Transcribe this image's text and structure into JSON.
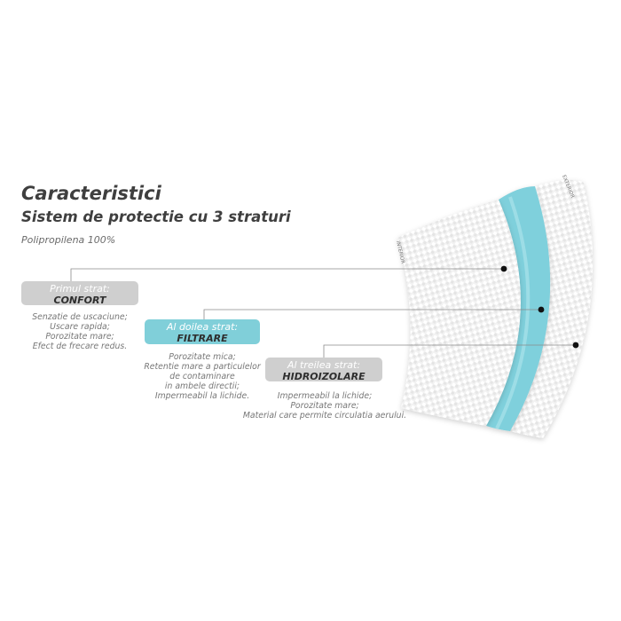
{
  "title": "Caracteristici",
  "subtitle": "Sistem de protectie cu 3 straturi",
  "material": "Polipropilena 100%",
  "side_labels": {
    "interior": "INTERIOR",
    "exterior": "EXTERIOR"
  },
  "layers": [
    {
      "heading": "Primul strat:",
      "name": "CONFORT",
      "features": [
        "Senzatie de uscaciune;",
        "Uscare rapida;",
        "Porozitate mare;",
        "Efect de frecare redus."
      ]
    },
    {
      "heading": "Al doilea strat:",
      "name": "FILTRARE",
      "features": [
        "Porozitate mica;",
        "Retentie mare a particulelor",
        "de contaminare",
        "in ambele directii;",
        "Impermeabil la lichide."
      ]
    },
    {
      "heading": "Al treilea strat:",
      "name": "HIDROIZOLARE",
      "features": [
        "Impermeabil la lichide;",
        "Porozitate mare;",
        "Material care permite circulatia aerului."
      ]
    }
  ],
  "colors": {
    "pill_grey": "#cfcfcf",
    "pill_cyan": "#80cfd9",
    "filter_layer": "#7fd0dc"
  }
}
